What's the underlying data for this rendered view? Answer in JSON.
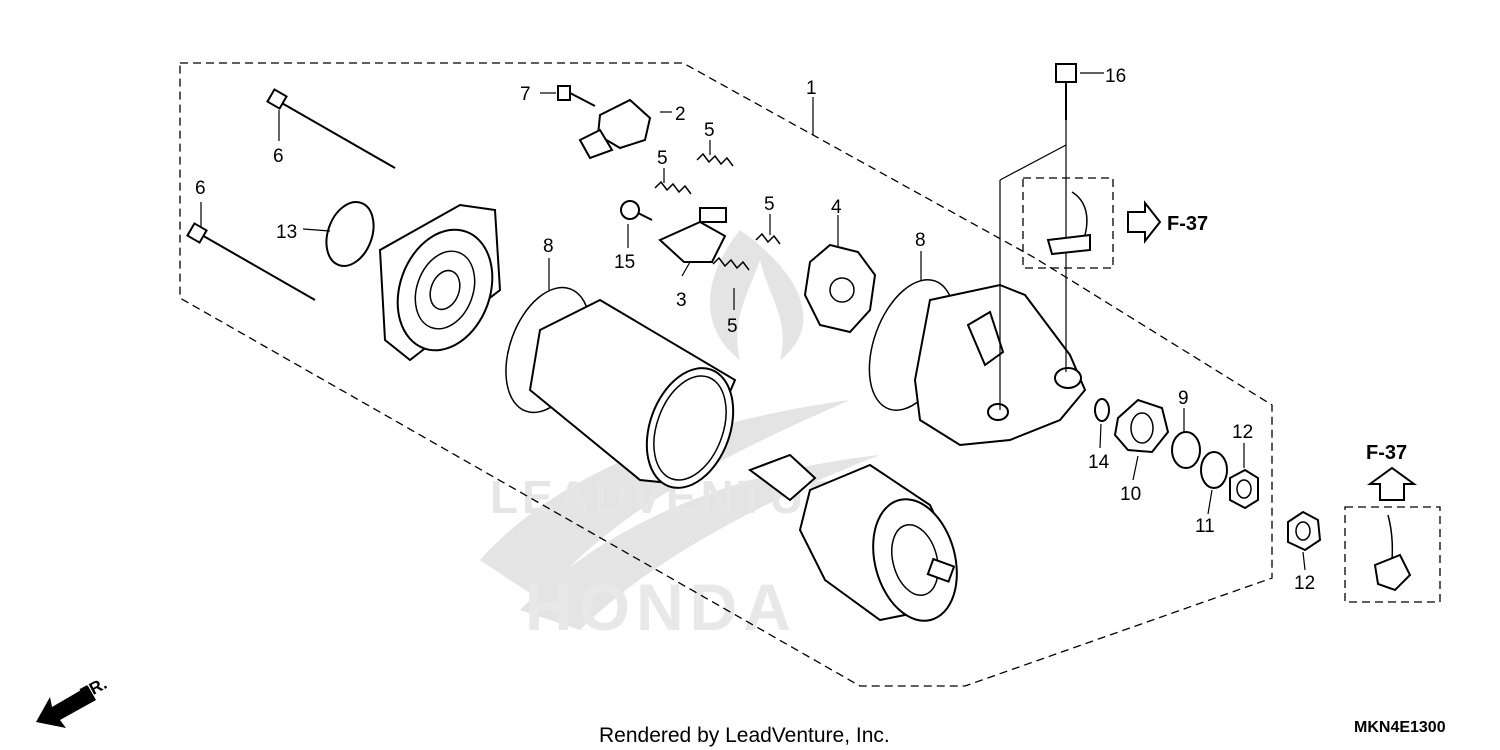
{
  "diagram": {
    "callouts": [
      {
        "id": "1",
        "text": "1"
      },
      {
        "id": "2",
        "text": "2"
      },
      {
        "id": "3",
        "text": "3"
      },
      {
        "id": "4",
        "text": "4"
      },
      {
        "id": "5a",
        "text": "5"
      },
      {
        "id": "5b",
        "text": "5"
      },
      {
        "id": "5c",
        "text": "5"
      },
      {
        "id": "5d",
        "text": "5"
      },
      {
        "id": "6a",
        "text": "6"
      },
      {
        "id": "6b",
        "text": "6"
      },
      {
        "id": "7",
        "text": "7"
      },
      {
        "id": "8a",
        "text": "8"
      },
      {
        "id": "8b",
        "text": "8"
      },
      {
        "id": "9",
        "text": "9"
      },
      {
        "id": "10",
        "text": "10"
      },
      {
        "id": "11",
        "text": "11"
      },
      {
        "id": "12a",
        "text": "12"
      },
      {
        "id": "12b",
        "text": "12"
      },
      {
        "id": "13",
        "text": "13"
      },
      {
        "id": "14",
        "text": "14"
      },
      {
        "id": "15",
        "text": "15"
      },
      {
        "id": "16",
        "text": "16"
      }
    ],
    "references": [
      {
        "id": "ref-right",
        "text": "F-37"
      },
      {
        "id": "ref-lower",
        "text": "F-37"
      }
    ],
    "direction_label": "FR.",
    "credit": "Rendered by LeadVenture, Inc.",
    "diagram_code": "MKN4E1300",
    "watermark": "LEADVENTURE",
    "watermark_brand": "HONDA"
  }
}
